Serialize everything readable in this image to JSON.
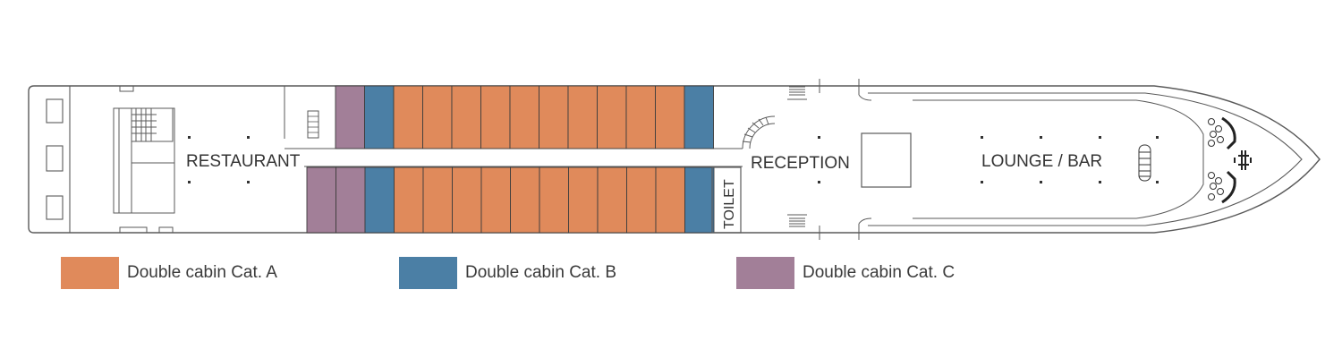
{
  "deck": {
    "labels": {
      "restaurant": "RESTAURANT",
      "reception": "RECEPTION",
      "lounge": "LOUNGE / BAR",
      "toilet": "TOILET"
    }
  },
  "colors": {
    "cat_a": "#e08a5b",
    "cat_b": "#4b7fa5",
    "cat_c": "#a27f98",
    "outline": "#5a5a5a"
  },
  "legend": [
    {
      "label": "Double cabin Cat. A",
      "category": "cat_a"
    },
    {
      "label": "Double cabin Cat. B",
      "category": "cat_b"
    },
    {
      "label": "Double cabin Cat. C",
      "category": "cat_c"
    }
  ],
  "cabins": {
    "top_row": [
      "cat_c",
      "cat_b",
      "cat_a",
      "cat_a",
      "cat_a",
      "cat_a",
      "cat_a",
      "cat_a",
      "cat_a",
      "cat_a",
      "cat_a",
      "cat_a",
      "cat_b"
    ],
    "bottom_row": [
      "cat_c",
      "cat_c",
      "cat_b",
      "cat_a",
      "cat_a",
      "cat_a",
      "cat_a",
      "cat_a",
      "cat_a",
      "cat_a",
      "cat_a",
      "cat_a",
      "cat_a",
      "cat_b"
    ]
  }
}
